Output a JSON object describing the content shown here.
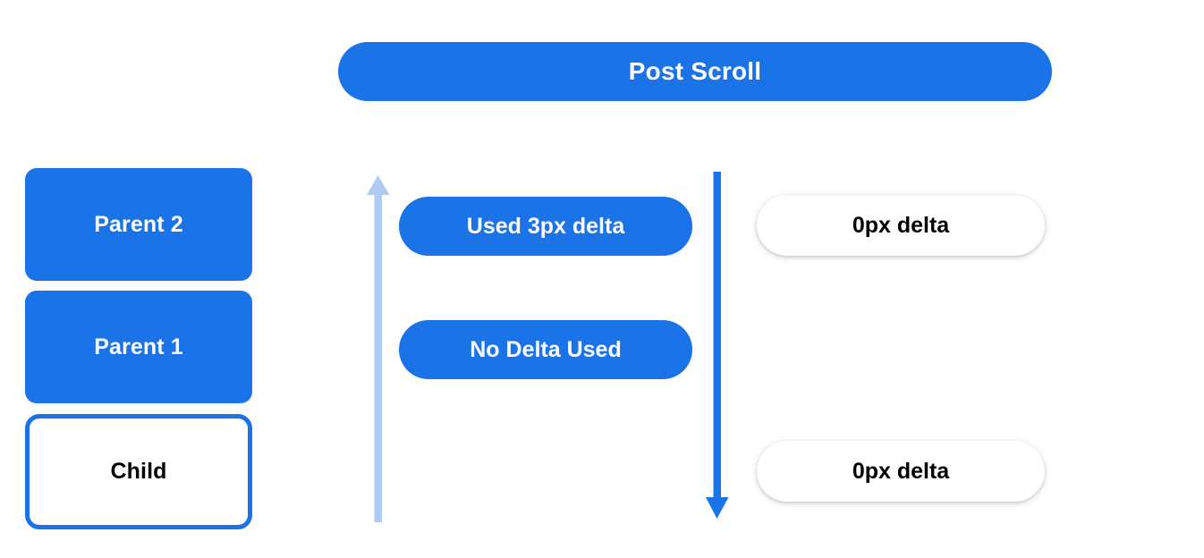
{
  "diagram": {
    "title_banner": {
      "label": "Post Scroll",
      "color": "#1b73e8",
      "text_color": "#ffffff"
    },
    "node_stack": {
      "name": "scroll-chain-nodes",
      "nodes": [
        {
          "id": "parent-2",
          "label": "Parent 2",
          "style": "filled",
          "fill": "#1b73e8",
          "text_color": "#ffffff"
        },
        {
          "id": "parent-1",
          "label": "Parent 1",
          "style": "filled",
          "fill": "#1b73e8",
          "text_color": "#ffffff"
        },
        {
          "id": "child",
          "label": "Child",
          "style": "outlined",
          "fill": "#ffffff",
          "border_color": "#1b73e8",
          "text_color": "#000000"
        }
      ]
    },
    "arrows": [
      {
        "id": "scroll-up-arrow",
        "icon": "arrow-up-icon",
        "direction": "up",
        "color": "#aecbf4",
        "description": "light blue upward arrow on the left of the middle column"
      },
      {
        "id": "scroll-down-arrow",
        "icon": "arrow-down-icon",
        "direction": "down",
        "color": "#1b73e8",
        "description": "solid blue downward arrow on the right of the middle column"
      }
    ],
    "middle_pills": [
      {
        "id": "used-3px-delta",
        "label": "Used 3px delta",
        "style": "filled",
        "fill": "#1b73e8",
        "text_color": "#ffffff"
      },
      {
        "id": "no-delta-used",
        "label": "No Delta Used",
        "style": "filled",
        "fill": "#1b73e8",
        "text_color": "#ffffff"
      }
    ],
    "right_pills": [
      {
        "id": "delta-top",
        "label": "0px delta",
        "style": "white-card",
        "fill": "#ffffff",
        "text_color": "#000000"
      },
      {
        "id": "delta-bottom",
        "label": "0px delta",
        "style": "white-card",
        "fill": "#ffffff",
        "text_color": "#000000"
      }
    ]
  }
}
